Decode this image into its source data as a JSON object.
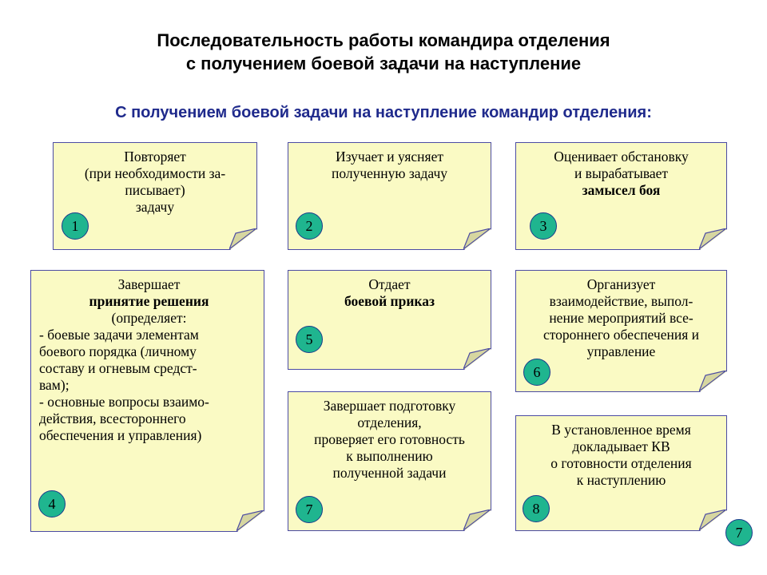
{
  "title_line1": "Последовательность работы командира отделения",
  "title_line2": "с получением боевой задачи на наступление",
  "subtitle": "С получением боевой задачи на наступление командир отделения:",
  "colors": {
    "card_fill": "#fafac4",
    "card_border": "#4b4ba3",
    "badge_fill": "#1fb58f",
    "subtitle": "#1f2a8c"
  },
  "cards": [
    {
      "number": "1",
      "lines": [
        "Повторяет",
        "(при необходимости за-",
        "писывает)",
        "задачу"
      ]
    },
    {
      "number": "2",
      "lines": [
        "Изучает и уясняет",
        "полученную задачу"
      ]
    },
    {
      "number": "3",
      "lines": [
        "Оценивает обстановку",
        "и вырабатывает"
      ],
      "bold": "замысел боя"
    },
    {
      "number": "4",
      "line1": "Завершает",
      "bold": "принятие решения",
      "line2": "(определяет:",
      "items": [
        "- боевые задачи элементам",
        "боевого порядка (личному",
        "составу и огневым средст-",
        "вам);",
        "- основные вопросы взаимо-",
        "действия, всестороннего",
        "обеспечения и управления)"
      ]
    },
    {
      "number": "5",
      "line1": "Отдает",
      "bold": "боевой приказ"
    },
    {
      "number": "6",
      "lines": [
        "Организует",
        "взаимодействие, выпол-",
        "нение мероприятий все-",
        "стороннего обеспечения и",
        "управление"
      ]
    },
    {
      "number": "7",
      "lines": [
        "Завершает подготовку",
        "отделения,",
        "проверяет его готовность",
        "к выполнению",
        "полученной задачи"
      ]
    },
    {
      "number": "8",
      "lines": [
        "В установленное время",
        "докладывает КВ",
        "о готовности отделения",
        "к наступлению"
      ]
    }
  ],
  "page_badge": "7"
}
